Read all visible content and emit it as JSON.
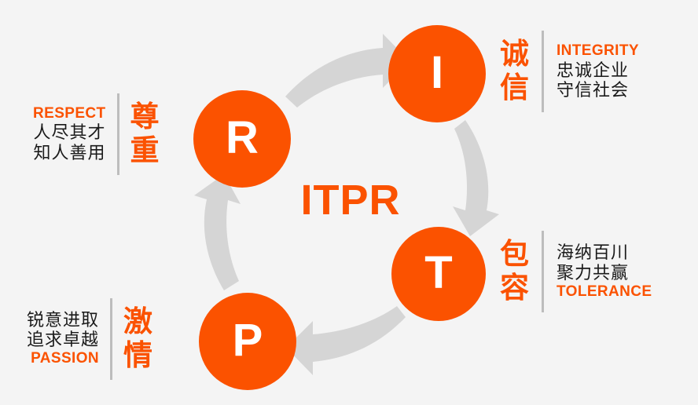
{
  "theme": {
    "background": "#f4f4f4",
    "accent": "#fb5200",
    "arrow": "#d5d5d5",
    "divider": "#bdbdbd",
    "text_dark": "#1a1a1a",
    "circle_text": "#ffffff"
  },
  "center": {
    "wordmark": "ITPR"
  },
  "nodes": [
    {
      "id": "integrity",
      "letter": "I",
      "name": "node-i"
    },
    {
      "id": "tolerance",
      "letter": "T",
      "name": "node-t"
    },
    {
      "id": "passion",
      "letter": "P",
      "name": "node-p"
    },
    {
      "id": "respect",
      "letter": "R",
      "name": "node-r"
    }
  ],
  "blocks": {
    "respect": {
      "big": [
        "尊",
        "重"
      ],
      "english": "RESPECT",
      "lines": [
        "人尽其才",
        "知人善用"
      ]
    },
    "integrity": {
      "big": [
        "诚",
        "信"
      ],
      "english": "INTEGRITY",
      "lines": [
        "忠诚企业",
        "守信社会"
      ]
    },
    "tolerance": {
      "big": [
        "包",
        "容"
      ],
      "english": "TOLERANCE",
      "lines": [
        "海纳百川",
        "聚力共赢"
      ]
    },
    "passion": {
      "big": [
        "激",
        "情"
      ],
      "english": "PASSION",
      "lines": [
        "锐意进取",
        "追求卓越"
      ]
    }
  },
  "arrows": [
    {
      "id": "arrow-respect-to-integrity",
      "direction": "right"
    },
    {
      "id": "arrow-integrity-to-tolerance",
      "direction": "down"
    },
    {
      "id": "arrow-tolerance-to-passion",
      "direction": "left"
    },
    {
      "id": "arrow-passion-to-respect",
      "direction": "up"
    }
  ]
}
